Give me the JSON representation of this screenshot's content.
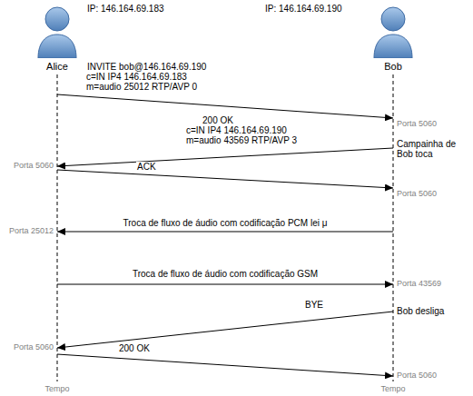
{
  "diagram": {
    "nodes": [
      {
        "text": [
          "Alice"
        ]
      },
      {
        "text": [
          "Bob"
        ]
      }
    ],
    "edges": [
      {
        "from": 0,
        "to": 1,
        "arrow": "to",
        "label": "INVITE bob@146.164.69.190"
      },
      {
        "from": 1,
        "to": 0,
        "arrow": "to",
        "label": "200 OK"
      },
      {
        "from": 0,
        "to": 1,
        "arrow": "to",
        "label": "ACK"
      },
      {
        "from": 1,
        "to": 0,
        "arrow": "to",
        "label": "Troca de fluxo de áudio com codificação PCM lei μ"
      },
      {
        "from": 0,
        "to": 1,
        "arrow": "to",
        "label": "Troca de fluxo de áudio com codificação GSM"
      },
      {
        "from": 1,
        "to": 0,
        "arrow": "to",
        "label": "BYE"
      },
      {
        "from": 0,
        "to": 1,
        "arrow": "to",
        "label": "200 OK"
      }
    ],
    "labels": [
      "IP: 146.164.69.183",
      "IP: 146.164.69.190",
      "c=IN IP4 146.164.69.183",
      "m=audio 25012 RTP/AVP 0",
      "c=IN IP4 146.164.69.190",
      "m=audio 43569 RTP/AVP 3",
      "Porta 5060",
      "Campainha de Bob toca",
      "Porta 5060",
      "Porta 5060",
      "Porta 25012",
      "Porta 43569",
      "Bob desliga",
      "Porta 5060",
      "Porta 5060",
      "Tempo",
      "Tempo"
    ]
  }
}
